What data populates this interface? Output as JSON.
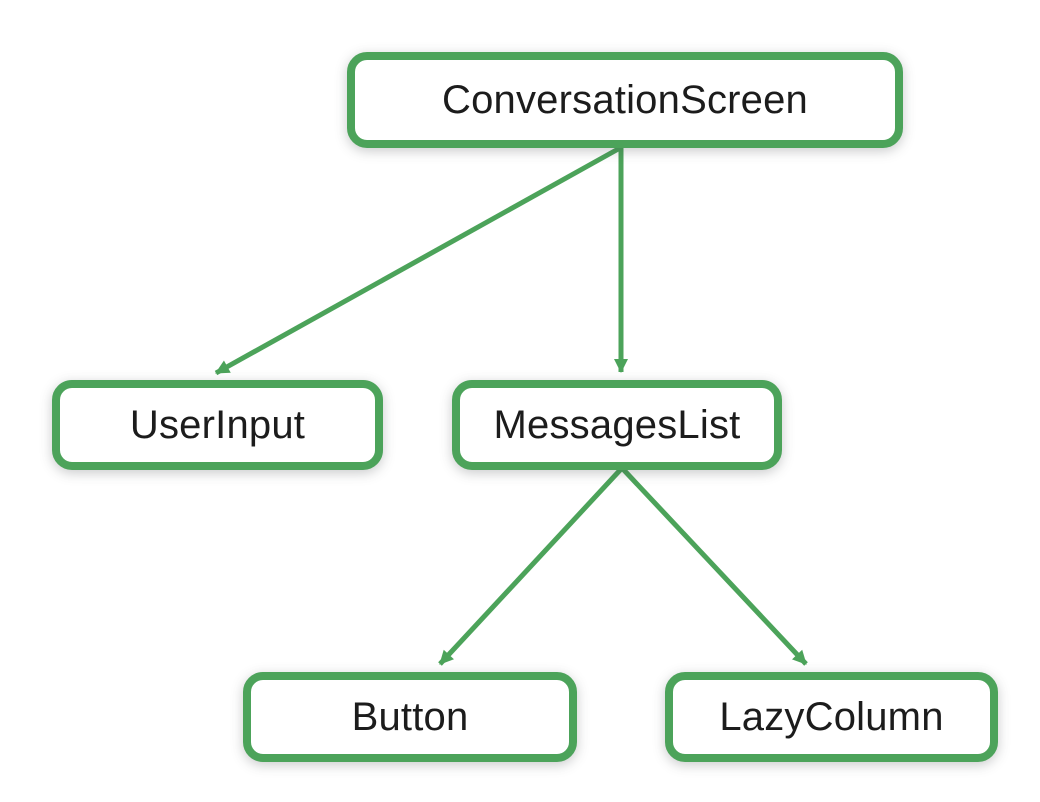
{
  "diagram": {
    "type": "tree",
    "nodes": {
      "conversation_screen": {
        "label": "ConversationScreen"
      },
      "user_input": {
        "label": "UserInput"
      },
      "messages_list": {
        "label": "MessagesList"
      },
      "button": {
        "label": "Button"
      },
      "lazy_column": {
        "label": "LazyColumn"
      }
    },
    "edges": [
      {
        "from": "ConversationScreen",
        "to": "UserInput"
      },
      {
        "from": "ConversationScreen",
        "to": "MessagesList"
      },
      {
        "from": "MessagesList",
        "to": "Button"
      },
      {
        "from": "MessagesList",
        "to": "LazyColumn"
      }
    ],
    "colors": {
      "accent_green": "#4ca35a",
      "text": "#1c1c1c",
      "background": "#ffffff"
    }
  }
}
